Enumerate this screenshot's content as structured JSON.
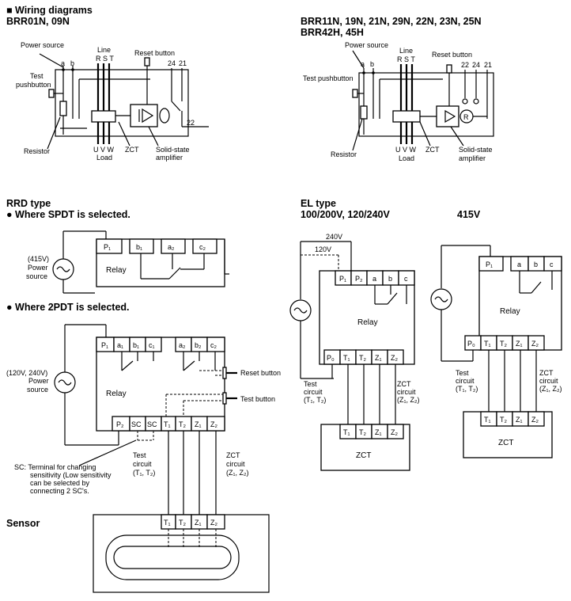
{
  "header": {
    "title": "■ Wiring diagrams",
    "model_a": "BRR01N, 09N",
    "model_b_line1": "BRR11N, 19N, 21N, 29N, 22N, 23N, 25N",
    "model_b_line2": "BRR42H, 45H"
  },
  "brr_left": {
    "power_source": "Power source",
    "a": "a",
    "b": "b",
    "line": "Line",
    "rst": "R S T",
    "reset_button": "Reset button",
    "t24": "24",
    "t21": "21",
    "t22": "22",
    "test": "Test",
    "pushbutton": "pushbutton",
    "resistor": "Resistor",
    "uvw": "U V W",
    "load": "Load",
    "zct": "ZCT",
    "solid_state": "Solid-state",
    "amplifier": "amplifier"
  },
  "brr_right": {
    "power_source": "Power source",
    "a": "a",
    "b": "b",
    "line": "Line",
    "rst": "R S T",
    "reset_button": "Reset button",
    "t22": "22",
    "t24": "24",
    "t21": "21",
    "test_pushbutton": "Test pushbutton",
    "resistor": "Resistor",
    "uvw": "U V W",
    "load": "Load",
    "zct": "ZCT",
    "r": "R",
    "solid_state": "Solid-state",
    "amplifier": "amplifier"
  },
  "rrd": {
    "title": "RRD type",
    "spdt_heading": "● Where SPDT is selected.",
    "spdt_voltage": "(415V)",
    "power": "Power",
    "source": "source",
    "spdt_terminals": [
      "P₁",
      "b₁",
      "a₂",
      "c₂"
    ],
    "relay": "Relay",
    "dpdt_heading": "● Where 2PDT is selected.",
    "dpdt_voltage": "(120V, 240V)",
    "dpdt_top_terminals": [
      "P₁",
      "a₁",
      "b₁",
      "c₁",
      "a₂",
      "b₂",
      "c₂"
    ],
    "dpdt_bottom_terminals": [
      "P₂",
      "SC",
      "SC",
      "T₁",
      "T₂",
      "Z₁",
      "Z₂"
    ],
    "reset_button": "Reset button",
    "test_button": "Test button",
    "test": "Test",
    "circuit": "circuit",
    "t1t2": "(T₁, T₂)",
    "zct": "ZCT",
    "z1z2": "(Z₁, Z₂)",
    "sc_note": [
      "SC:  Terminal for changing",
      "sensitivity (Low sensitivity",
      "can be selected by",
      "connecting 2 SC's."
    ],
    "sensor_title": "Sensor",
    "sensor_terminals": [
      "T₁",
      "T₂",
      "Z₁",
      "Z₂"
    ]
  },
  "el": {
    "title": "EL type",
    "v1": "100/200V, 120/240V",
    "v2": "415V",
    "v240": "240V",
    "v120": "120V",
    "top_terminals": [
      "P₁",
      "P₂",
      "a",
      "b",
      "c"
    ],
    "top_terminals_415": [
      "P₁",
      "a",
      "b",
      "c"
    ],
    "relay": "Relay",
    "bottom_terminals": [
      "P₀",
      "T₁",
      "T₂",
      "Z₁",
      "Z₂"
    ],
    "test": "Test",
    "circuit": "circuit",
    "t1t2": "(T₁, T₂)",
    "zct": "ZCT",
    "z1z2": "(Z₁, Z₂)",
    "zct_terminals": [
      "T₁",
      "T₂",
      "Z₁",
      "Z₂"
    ],
    "zct_label": "ZCT"
  }
}
